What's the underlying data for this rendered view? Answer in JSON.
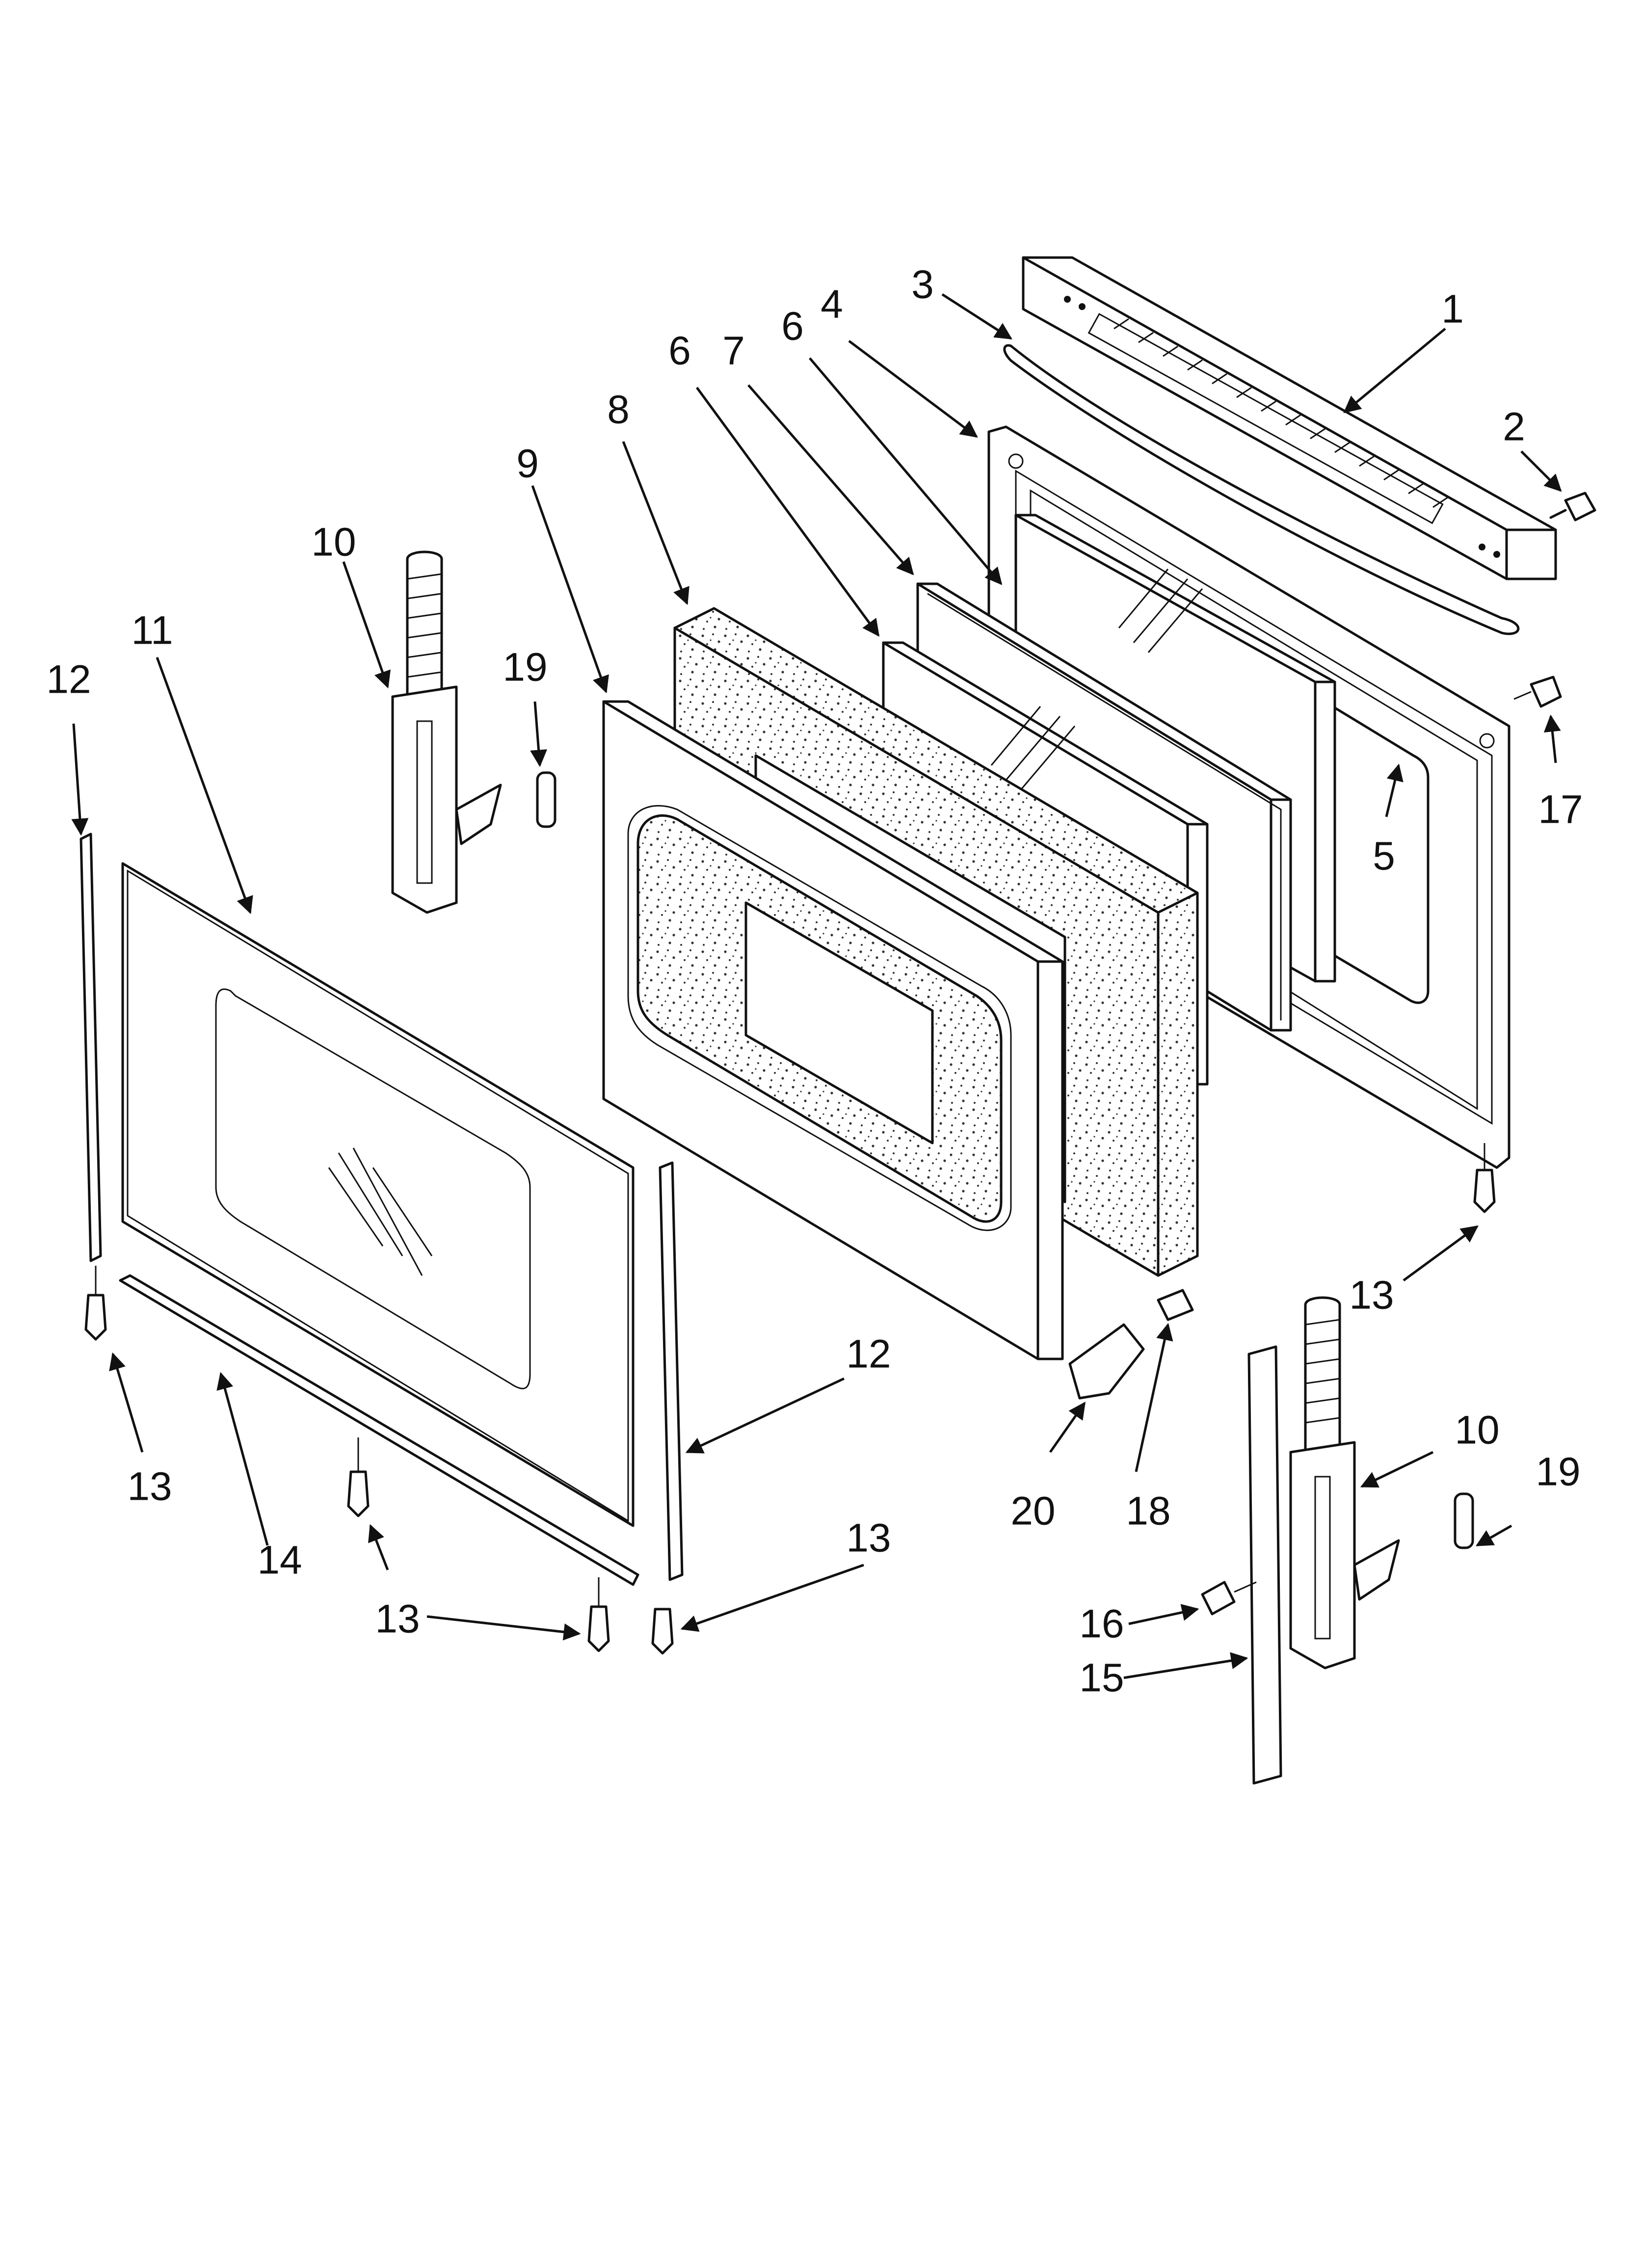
{
  "callouts": [
    {
      "id": "1",
      "text": "1"
    },
    {
      "id": "2",
      "text": "2"
    },
    {
      "id": "3",
      "text": "3"
    },
    {
      "id": "4",
      "text": "4"
    },
    {
      "id": "5",
      "text": "5"
    },
    {
      "id": "6a",
      "text": "6"
    },
    {
      "id": "6b",
      "text": "6"
    },
    {
      "id": "7",
      "text": "7"
    },
    {
      "id": "8",
      "text": "8"
    },
    {
      "id": "9",
      "text": "9"
    },
    {
      "id": "10a",
      "text": "10"
    },
    {
      "id": "10b",
      "text": "10"
    },
    {
      "id": "11",
      "text": "11"
    },
    {
      "id": "12a",
      "text": "12"
    },
    {
      "id": "12b",
      "text": "12"
    },
    {
      "id": "13a",
      "text": "13"
    },
    {
      "id": "13b",
      "text": "13"
    },
    {
      "id": "13c",
      "text": "13"
    },
    {
      "id": "13d",
      "text": "13"
    },
    {
      "id": "14",
      "text": "14"
    },
    {
      "id": "15",
      "text": "15"
    },
    {
      "id": "16",
      "text": "16"
    },
    {
      "id": "17",
      "text": "17"
    },
    {
      "id": "18",
      "text": "18"
    },
    {
      "id": "19a",
      "text": "19"
    },
    {
      "id": "19b",
      "text": "19"
    },
    {
      "id": "20",
      "text": "20"
    }
  ]
}
